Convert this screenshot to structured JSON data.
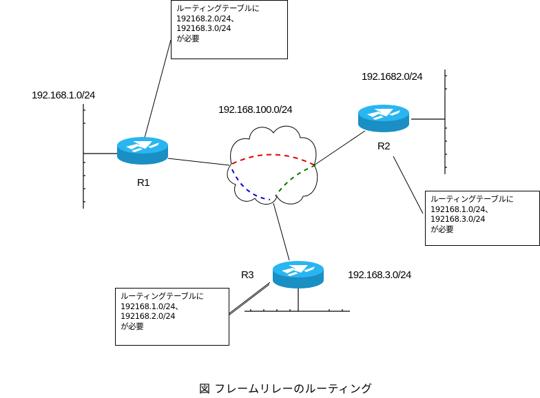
{
  "figure": {
    "caption": "図 フレームリレーのルーティング"
  },
  "cloud": {
    "label": "192.168.100.0/24",
    "pvc_colors": {
      "r1_r2": "#e00000",
      "r1_r3": "#0000e0",
      "r2_r3": "#007000"
    }
  },
  "routers": [
    {
      "id": "R1",
      "label": "R1",
      "lan": "192.168.1.0/24"
    },
    {
      "id": "R2",
      "label": "R2",
      "lan": "192.1682.0/24"
    },
    {
      "id": "R3",
      "label": "R3",
      "lan": "192.168.3.0/24"
    }
  ],
  "callouts": {
    "r1": [
      "ルーティングテーブルに",
      "192168.2.0/24、",
      "192168.3.0/24",
      "が必要"
    ],
    "r2": [
      "ルーティングテーブルに",
      "192168.1.0/24、",
      "192168.3.0/24",
      "が必要"
    ],
    "r3": [
      "ルーティングテーブルに",
      "192168.1.0/24、",
      "192168.2.0/24",
      "が必要"
    ]
  },
  "colors": {
    "router_top": "#29b6f0",
    "router_side": "#1a8fc4",
    "router_arrows": "#ffffff",
    "line": "#000000"
  }
}
